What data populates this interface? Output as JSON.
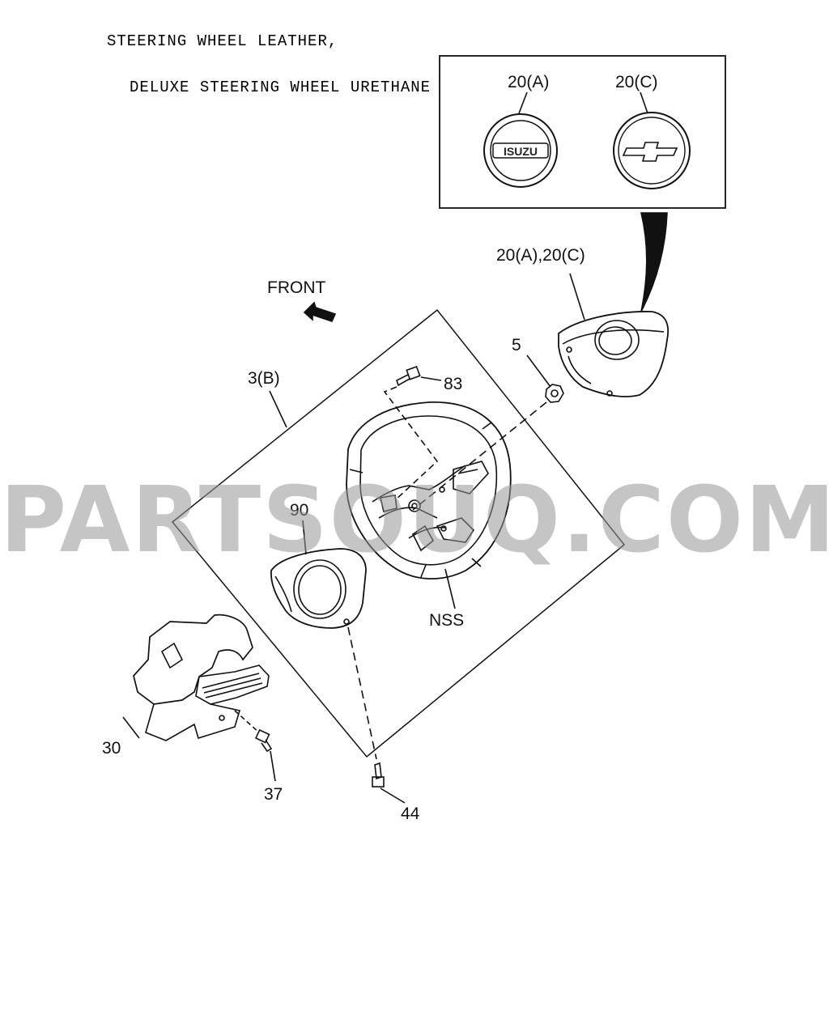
{
  "title": {
    "line1": "STEERING WHEEL LEATHER,",
    "line2": "DELUXE STEERING WHEEL URETHANE"
  },
  "inset": {
    "label_a": "20(A)",
    "label_c": "20(C)",
    "logo_a_text": "ISUZU"
  },
  "labels": {
    "pad": "20(A),20(C)",
    "front": "FRONT",
    "nut": "5",
    "bolt_83": "83",
    "wheel_group": "3(B)",
    "cover": "90",
    "nss": "NSS",
    "column_cover": "30",
    "screw_37": "37",
    "bolt_44": "44"
  },
  "watermark": "PARTSOUQ.COM"
}
